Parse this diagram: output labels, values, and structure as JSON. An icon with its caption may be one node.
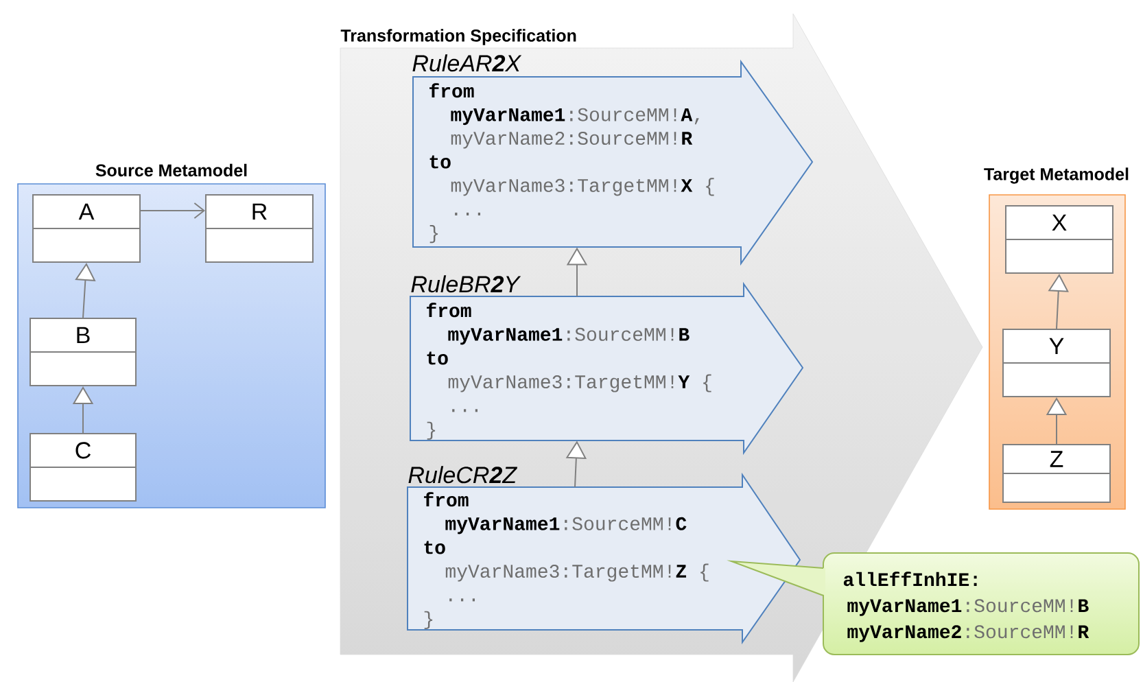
{
  "diagram": {
    "nodes": [
      {
        "text": [
          "Source Metamodel"
        ]
      },
      {
        "text": [
          "A"
        ],
        "in": 0
      },
      {
        "text": [
          "R"
        ],
        "in": 0
      },
      {
        "text": [
          "B"
        ],
        "in": 0
      },
      {
        "text": [
          "C"
        ],
        "in": 0
      },
      {
        "text": [
          "Transformation Specification"
        ]
      },
      {
        "text": [
          "RuleAR**2**X",
          "from",
          "**myVarName1**:SourceMM!**A**,",
          "myVarName2:SourceMM!**R**",
          "to",
          "myVarName3:TargetMM!**X** {",
          "...",
          "}"
        ],
        "in": 5
      },
      {
        "text": [
          "RuleBR**2**Y",
          "from",
          "**myVarName1**:SourceMM!**B**",
          "to",
          "myVarName3:TargetMM!**Y** {",
          "...",
          "}"
        ],
        "in": 5
      },
      {
        "text": [
          "RuleCR**2**Z",
          "from",
          "**myVarName1**:SourceMM!**C**",
          "to",
          "myVarName3:TargetMM!**Z** {",
          "...",
          "}"
        ],
        "in": 5
      },
      {
        "text": [
          "allEffInhIE:",
          "**myVarName1**:SourceMM!**B**",
          "**myVarName2**:SourceMM!**R**"
        ]
      },
      {
        "text": [
          "Target Metamodel"
        ]
      },
      {
        "text": [
          "X"
        ],
        "in": 10
      },
      {
        "text": [
          "Y"
        ],
        "in": 10
      },
      {
        "text": [
          "Z"
        ],
        "in": 10
      }
    ],
    "edges": [
      {
        "from": 1,
        "to": 2,
        "arrow": "to"
      },
      {
        "from": 3,
        "to": 1,
        "arrow": "to"
      },
      {
        "from": 4,
        "to": 3,
        "arrow": "to"
      },
      {
        "from": 7,
        "to": 6,
        "arrow": "to"
      },
      {
        "from": 8,
        "to": 7,
        "arrow": "to"
      },
      {
        "from": 12,
        "to": 11,
        "arrow": "to"
      },
      {
        "from": 13,
        "to": 12,
        "arrow": "to"
      }
    ]
  }
}
